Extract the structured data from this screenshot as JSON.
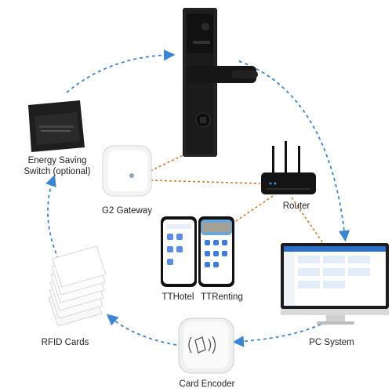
{
  "nodes": {
    "energy_switch": {
      "label_line1": "Energy Saving",
      "label_line2": "Switch (optional)",
      "icon": "energy-saving-switch-icon"
    },
    "gateway": {
      "label": "G2 Gateway",
      "icon": "gateway-icon"
    },
    "router": {
      "label": "Router",
      "icon": "router-icon"
    },
    "ttapps": {
      "label_left": "TTHotel",
      "label_right": "TTRenting",
      "icon": "smartphone-app-icon"
    },
    "pc": {
      "label": "PC System",
      "icon": "pc-monitor-icon"
    },
    "rfid": {
      "label": "RFID Cards",
      "icon": "rfid-card-icon"
    },
    "encoder": {
      "label": "Card Encoder",
      "icon": "card-encoder-icon"
    },
    "lock": {
      "icon": "smart-door-lock-icon"
    }
  },
  "colors": {
    "cycle_arrow": "#3a86d6",
    "network_link": "#d27a2c",
    "device_dark": "#1a1a1a",
    "device_light": "#f2f2f2"
  }
}
